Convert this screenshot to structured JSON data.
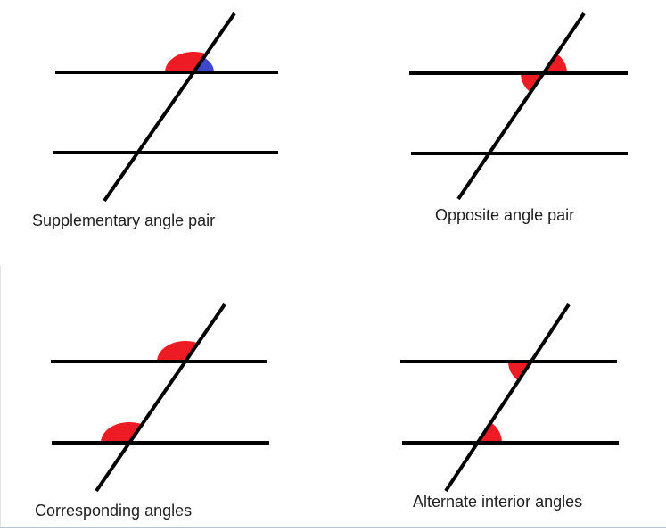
{
  "canvas": {
    "background": "#ffffff",
    "edge_bottom_color": "#b7c3ce",
    "edge_left_color": "#e3e3e3"
  },
  "colors": {
    "line": "#000000",
    "red_highlight": "#ed1c24",
    "blue_highlight": "#3f48cc",
    "label_text": "#1f1f1f"
  },
  "diagrams": {
    "supplementary": {
      "label": "Supplementary angle pair"
    },
    "opposite": {
      "label": "Opposite angle pair"
    },
    "corresponding": {
      "label": "Corresponding angles"
    },
    "alternate_interior": {
      "label": "Alternate interior angles"
    }
  }
}
